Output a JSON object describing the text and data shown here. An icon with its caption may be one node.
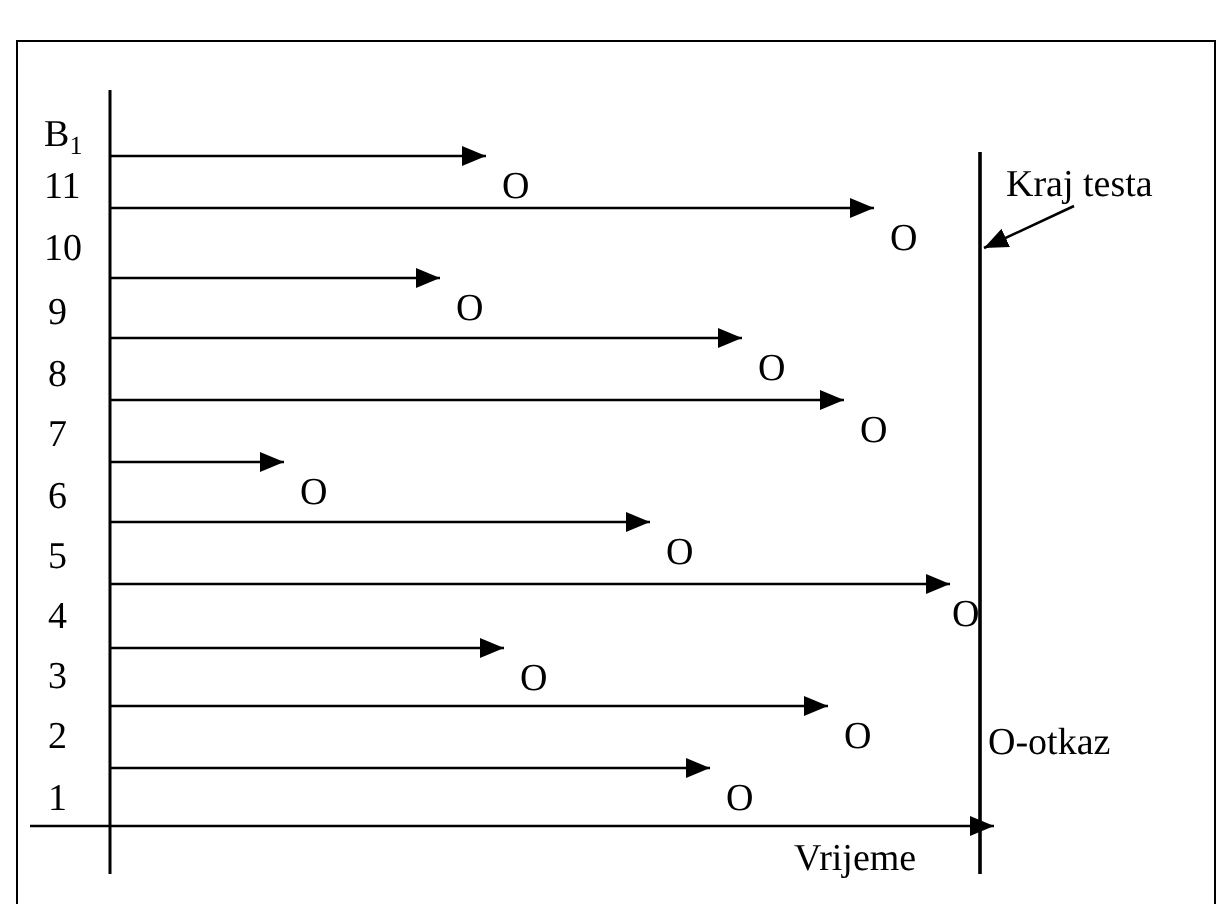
{
  "diagram": {
    "nodes": [
      {
        "text": [
          "O"
        ]
      },
      {
        "text": [
          "O"
        ]
      },
      {
        "text": [
          "O"
        ]
      },
      {
        "text": [
          "O"
        ]
      },
      {
        "text": [
          "O"
        ]
      },
      {
        "text": [
          "O"
        ]
      },
      {
        "text": [
          "O"
        ]
      },
      {
        "text": [
          "O"
        ]
      },
      {
        "text": [
          "O"
        ]
      },
      {
        "text": [
          "O"
        ]
      },
      {
        "text": [
          "O"
        ]
      },
      {
        "text": [
          "Kraj testa"
        ]
      }
    ],
    "edges": [
      {
        "from": null,
        "to": 0,
        "arrow": "to"
      },
      {
        "from": null,
        "to": 1,
        "arrow": "to"
      },
      {
        "from": null,
        "to": 2,
        "arrow": "to"
      },
      {
        "from": null,
        "to": 3,
        "arrow": "to"
      },
      {
        "from": null,
        "to": 4,
        "arrow": "to"
      },
      {
        "from": null,
        "to": 5,
        "arrow": "to"
      },
      {
        "from": null,
        "to": 6,
        "arrow": "to"
      },
      {
        "from": null,
        "to": 7,
        "arrow": "to"
      },
      {
        "from": null,
        "to": 8,
        "arrow": "to"
      },
      {
        "from": null,
        "to": 9,
        "arrow": "to"
      },
      {
        "from": null,
        "to": 10,
        "arrow": "to"
      },
      {
        "from": 11,
        "to": null,
        "arrow": "to"
      }
    ],
    "labels": [
      "B$_{1}$",
      "11",
      "10",
      "9",
      "8",
      "7",
      "6",
      "5",
      "4",
      "3",
      "2",
      "1",
      "O-otkaz",
      "Vrijeme"
    ]
  }
}
